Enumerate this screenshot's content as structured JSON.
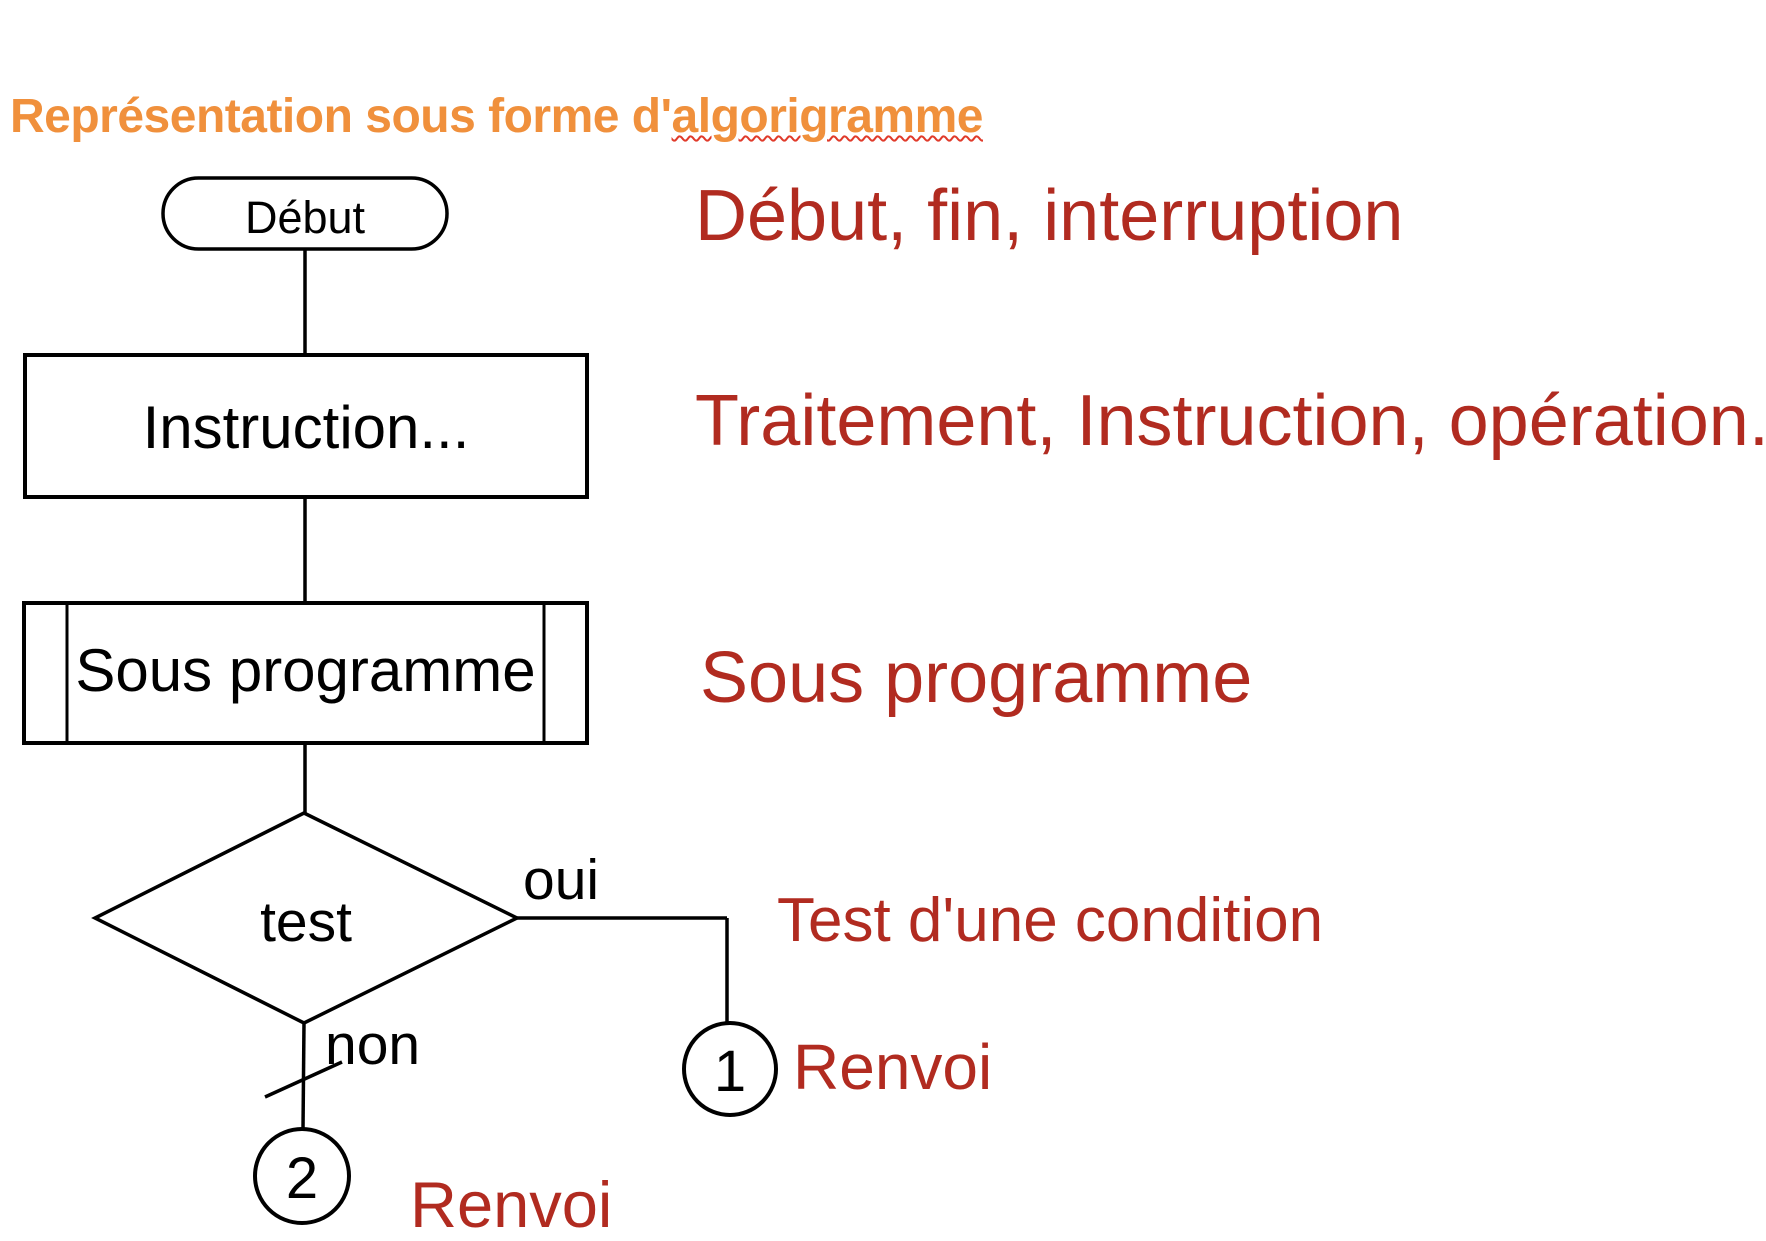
{
  "heading": {
    "prefix": "Représentation sous forme d'",
    "underlined": "algorigramme"
  },
  "flowchart": {
    "start_label": "Début",
    "instruction_label": "Instruction...",
    "subroutine_label": "Sous programme",
    "test_label": "test",
    "yes_label": "oui",
    "no_label": "non",
    "connector1_label": "1",
    "connector2_label": "2"
  },
  "legend": {
    "terminator": "Début, fin, interruption",
    "process": "Traitement, Instruction, opération...",
    "subroutine": "Sous programme",
    "decision": "Test d'une condition",
    "connector1": "Renvoi",
    "connector2": "Renvoi"
  },
  "colors": {
    "heading_orange": "#f0903c",
    "legend_red": "#b12b20",
    "squiggle_red": "#e03a2a",
    "diagram_black": "#000000"
  }
}
